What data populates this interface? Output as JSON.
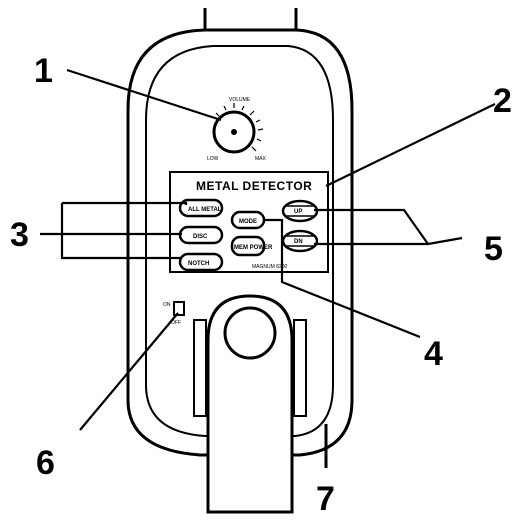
{
  "panel": {
    "title": "METAL DETECTOR",
    "volume_label": "VOLUME",
    "volume_low": "LOW",
    "volume_max": "MAX",
    "model_text": "MAGNUM 8200"
  },
  "buttons": {
    "all_metal": "ALL METAL",
    "disc": "DISC",
    "notch": "NOTCH",
    "mode": "MODE",
    "mem_power": "MEM POWER",
    "up": "UP",
    "dn": "DN",
    "switch_on": "ON",
    "switch_off": "OFF"
  },
  "callouts": {
    "c1": "1",
    "c2": "2",
    "c3": "3",
    "c4": "4",
    "c5": "5",
    "c6": "6",
    "c7": "7"
  }
}
